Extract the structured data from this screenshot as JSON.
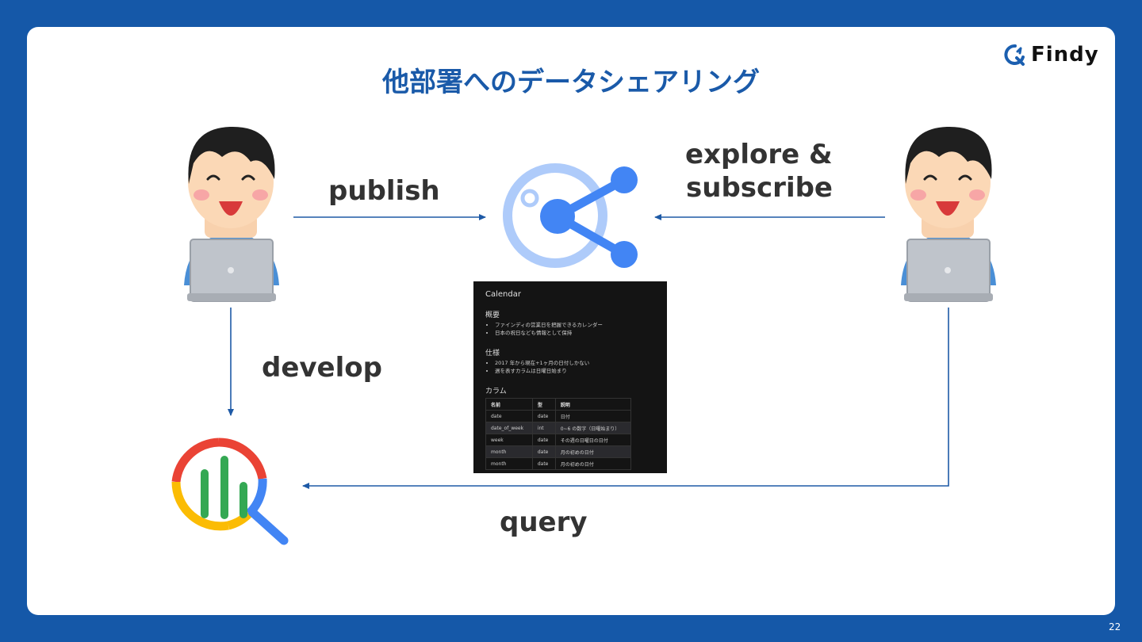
{
  "slide": {
    "title": "他部署へのデータシェアリング",
    "page_number": "22",
    "brand": "Findy"
  },
  "labels": {
    "publish": "publish",
    "explore": "explore &",
    "subscribe": "subscribe",
    "develop": "develop",
    "query": "query"
  },
  "doc_card": {
    "heading": "Calendar",
    "section1": "概要",
    "section1_items": [
      "ファインディの営業日を把握できるカレンダー",
      "日本の祝日なども情報として保持"
    ],
    "section2": "仕様",
    "section2_items": [
      "2017 年から現在+1ヶ月の日付しかない",
      "週を表すカラムは日曜日始まり"
    ],
    "section3": "カラム",
    "columns": [
      "名前",
      "型",
      "説明"
    ],
    "rows": [
      [
        "date",
        "date",
        "日付"
      ],
      [
        "date_of_week",
        "int",
        "0~6 の数字（日曜始まり）"
      ],
      [
        "week",
        "date",
        "その週の日曜日の日付"
      ],
      [
        "month",
        "date",
        "月の初めの日付"
      ],
      [
        "month",
        "date",
        "月の初めの日付"
      ]
    ]
  },
  "icons": [
    "person-laptop-icon",
    "analytics-hub-icon",
    "bigquery-icon",
    "findy-logo-icon"
  ],
  "colors": {
    "background": "#1558a8",
    "title": "#1a5aa9",
    "arrow": "#1e5aa6",
    "hub": "#4285f4"
  }
}
